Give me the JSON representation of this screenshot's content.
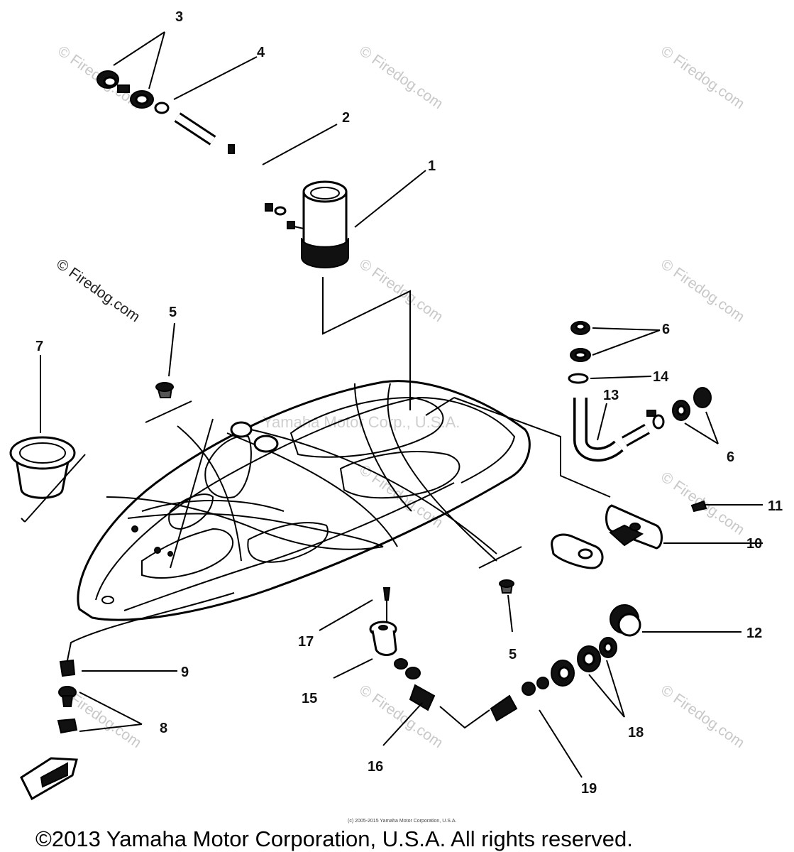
{
  "callouts": {
    "n1": "1",
    "n2": "2",
    "n3": "3",
    "n4": "4",
    "n5a": "5",
    "n5b": "5",
    "n6a": "6",
    "n6b": "6",
    "n7": "7",
    "n8": "8",
    "n9": "9",
    "n10": "10",
    "n11": "11",
    "n12": "12",
    "n13": "13",
    "n14": "14",
    "n15": "15",
    "n16": "16",
    "n17": "17",
    "n18": "18",
    "n19": "19"
  },
  "watermarks": {
    "w1": "© Firedog.com",
    "w2": "© Firedog.com",
    "w3": "© Firedog.com",
    "w4": "© Firedog.com",
    "w5": "© Firedog.com",
    "w6": "© Firedog.com",
    "w7": "© Firedog.com",
    "w8": "© Firedog.com",
    "w9": "© Firedog.com",
    "w10": "© Firedog.com",
    "w11": "© Firedog.com"
  },
  "center_watermark": "Yamaha Motor Corp., U.S.A.",
  "small_copyright": "(c) 2005-2015 Yamaha Motor Corporation, U.S.A.",
  "copyright": "©2013 Yamaha Motor Corporation, U.S.A. All rights reserved."
}
